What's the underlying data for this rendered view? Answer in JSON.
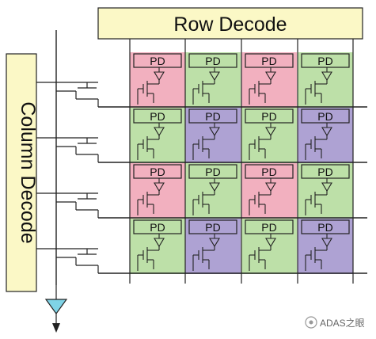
{
  "row_decode_label": "Row Decode",
  "column_decode_label": "Column Decode",
  "pd_label": "PD",
  "watermark": "ADAS之眼",
  "bayer_rows": [
    [
      "red",
      "green",
      "red",
      "green"
    ],
    [
      "green",
      "blue",
      "green",
      "blue"
    ],
    [
      "red",
      "green",
      "red",
      "green"
    ],
    [
      "green",
      "blue",
      "green",
      "blue"
    ]
  ],
  "colors": {
    "red": "#f2b0bf",
    "green": "#bde0a8",
    "blue": "#aea2d3",
    "decoder": "#fbf8c6",
    "line": "#222222",
    "amplifier": "#7fd3e6"
  }
}
